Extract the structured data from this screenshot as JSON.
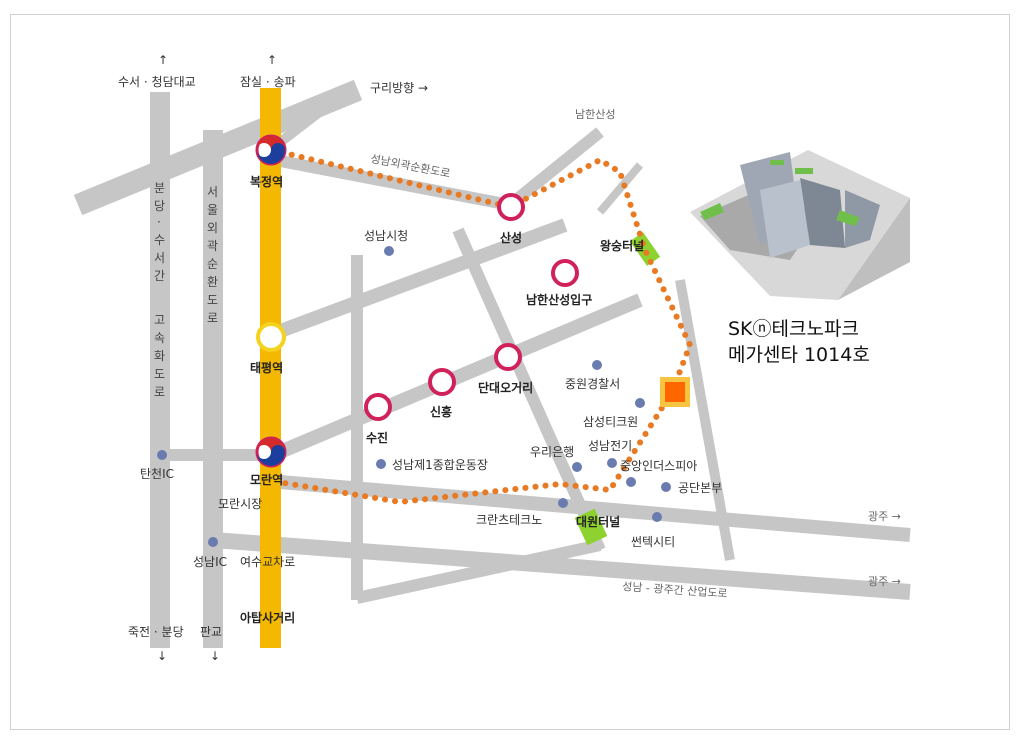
{
  "top_labels": {
    "suseo": "수서 · 청담대교",
    "jamsil": "잠실 · 송파",
    "guri": "구리방향 →",
    "namhansanseong": "남한산성"
  },
  "bottom_labels": {
    "jukjeon": "죽전 · 분당",
    "pangyo": "판교",
    "highway_bottom": "성남 - 광주간 산업도로",
    "gwangju1": "광주 →",
    "gwangju2": "광주 →"
  },
  "arrows": {
    "up": "↑",
    "down": "↓"
  },
  "roads": {
    "ring": "성남외곽순환도로",
    "bundang_suseo": [
      "분",
      "당",
      "·",
      "수",
      "서",
      "간",
      "",
      "고",
      "속",
      "화",
      "도",
      "로"
    ],
    "seoul_ring": [
      "서",
      "울",
      "외",
      "곽",
      "순",
      "환",
      "도",
      "로"
    ]
  },
  "stations": {
    "bokjeong": "복정역",
    "sanseong": "산성",
    "namhansanseong_ipgu": "남한산성입구",
    "dandae": "단대오거리",
    "sinheung": "신흥",
    "sujin": "수진",
    "taepyeong": "태평역",
    "moran": "모란역"
  },
  "places": {
    "city_hall": "성남시청",
    "police": "중원경찰서",
    "samsung": "삼성티크원",
    "stadium": "성남제1종합운동장",
    "woori": "우리은행",
    "electric": "성남전기",
    "jungang": "중앙인더스피아",
    "gongdan": "공단본부",
    "moran_market": "모란시장",
    "crans": "크란츠테크노",
    "suntech": "썬텍시티",
    "tancheon_ic": "탄천IC",
    "seongnam_ic": "성남IC",
    "yeosu": "여수교차로",
    "atap": "아탑사거리"
  },
  "tunnels": {
    "wangsung": "왕숭터널",
    "daewon": "대원터널"
  },
  "destination": {
    "line1": "SKⓝ테크노파크",
    "line2": "메가센타 1014호"
  },
  "colors": {
    "subway_line8": "#f5b800",
    "station_ring": "#d0215a",
    "route_dots": "#e87a23",
    "road": "#c6c6c6",
    "tunnel": "#8ed22f",
    "destination_marker": "#ff6600",
    "poi": "#6a7bb0"
  },
  "icons": {
    "transfer_station": "taegeuk-transfer-icon",
    "building": "sk-technopark-building-icon"
  }
}
